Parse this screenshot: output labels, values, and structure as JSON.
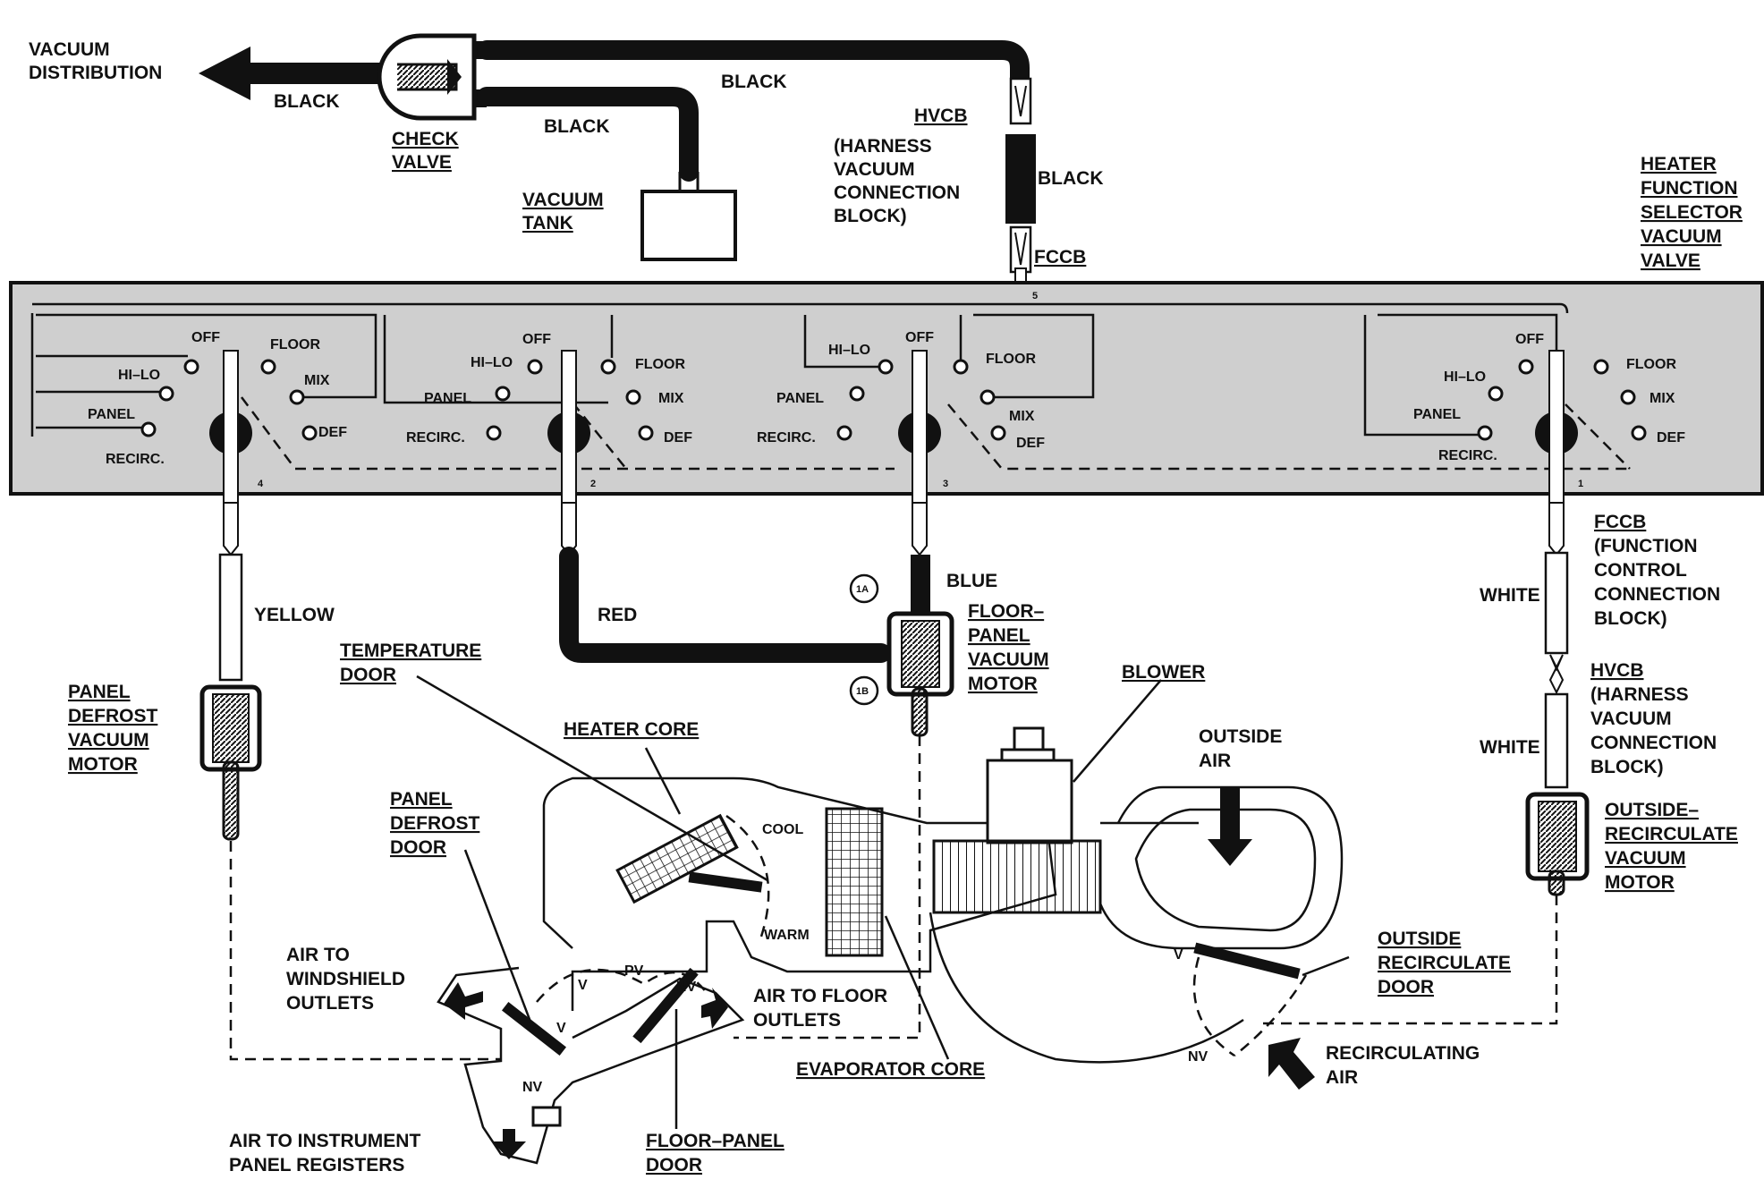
{
  "labels": {
    "vacuum_distribution": [
      "VACUUM",
      "DISTRIBUTION"
    ],
    "black_left": "BLACK",
    "check_valve": [
      "CHECK",
      "VALVE"
    ],
    "black_mid": "BLACK",
    "black_top": "BLACK",
    "vacuum_tank": [
      "VACUUM",
      "TANK"
    ],
    "hvcb_top": "HVCB",
    "harness_block_top": [
      "(HARNESS",
      "VACUUM",
      "CONNECTION",
      "BLOCK)"
    ],
    "black_right": "BLACK",
    "fccb_top": "FCCB",
    "heater_valve": [
      "HEATER",
      "FUNCTION",
      "SELECTOR",
      "VACUUM",
      "VALVE"
    ],
    "yellow": "YELLOW",
    "red": "RED",
    "blue": "BLUE",
    "port_1a": "1A",
    "port_1b": "1B",
    "floor_panel_motor": [
      "FLOOR–",
      "PANEL",
      "VACUUM",
      "MOTOR"
    ],
    "white_1": "WHITE",
    "white_2": "WHITE",
    "fccb_right": [
      "FCCB",
      "(FUNCTION",
      "CONTROL",
      "CONNECTION",
      "BLOCK)"
    ],
    "hvcb_right": [
      "HVCB",
      "(HARNESS",
      "VACUUM",
      "CONNECTION",
      "BLOCK)"
    ],
    "panel_defrost_motor": [
      "PANEL",
      "DEFROST",
      "VACUUM",
      "MOTOR"
    ],
    "temperature_door": [
      "TEMPERATURE",
      "DOOR"
    ],
    "heater_core": "HEATER CORE",
    "blower": "BLOWER",
    "outside_air": [
      "OUTSIDE",
      "AIR"
    ],
    "outside_recirc_motor": [
      "OUTSIDE–",
      "RECIRCULATE",
      "VACUUM",
      "MOTOR"
    ],
    "panel_defrost_door": [
      "PANEL",
      "DEFROST",
      "DOOR"
    ],
    "cool": "COOL",
    "warm": "WARM",
    "air_windshield": [
      "AIR TO",
      "WINDSHIELD",
      "OUTLETS"
    ],
    "air_floor": [
      "AIR TO FLOOR",
      "OUTLETS"
    ],
    "evaporator_core": "EVAPORATOR CORE",
    "outside_recirc_door": [
      "OUTSIDE",
      "RECIRCULATE",
      "DOOR"
    ],
    "recirculating_air": [
      "RECIRCULATING",
      "AIR"
    ],
    "air_instrument": [
      "AIR TO INSTRUMENT",
      "PANEL REGISTERS"
    ],
    "floor_panel_door": [
      "FLOOR–PANEL",
      "DOOR"
    ],
    "door_marks": {
      "v": "V",
      "pv": "PV",
      "nv": "NV"
    }
  },
  "selector_positions": {
    "off": "OFF",
    "floor": "FLOOR",
    "hi_lo": "HI–LO",
    "mix": "MIX",
    "panel": "PANEL",
    "def": "DEF",
    "recirc": "RECIRC."
  },
  "port_numbers": [
    "4",
    "2",
    "3",
    "1",
    "5"
  ],
  "colors": {
    "ink": "#111111",
    "panel_fill": "#cfcfcf",
    "background": "#ffffff"
  }
}
